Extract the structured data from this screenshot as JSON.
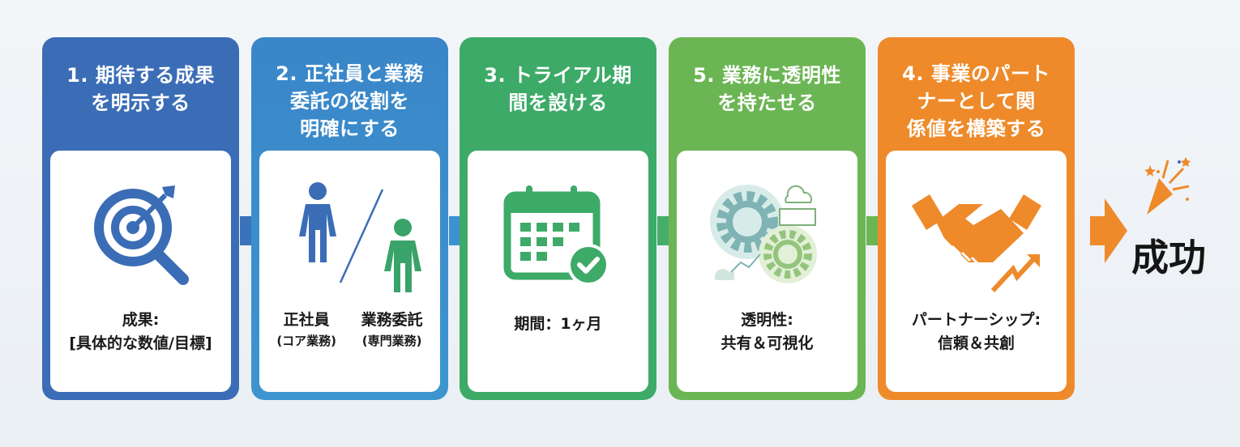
{
  "steps": [
    {
      "title": "1. 期待する成果\nを明示する",
      "caption_line1": "成果:",
      "caption_line2": "[具体的な数値/目標]",
      "icon": "target-magnifier-icon",
      "color": "#3b6db6"
    },
    {
      "title": "2. 正社員と業務\n委託の役割を\n明確にする",
      "left_label": "正社員",
      "left_sub": "(コア業務)",
      "right_label": "業務委託",
      "right_sub": "(専門業務)",
      "icon": "people-icon",
      "color": "#3a8cca"
    },
    {
      "title": "3. トライアル期\n間を設ける",
      "caption_line1": "期間：1ヶ月",
      "icon": "calendar-check-icon",
      "color": "#3daa68"
    },
    {
      "title": "5. 業務に透明性\nを持たせる",
      "caption_line1": "透明性:",
      "caption_line2": "共有＆可視化",
      "icon": "gears-cloud-icon",
      "color": "#6cb554"
    },
    {
      "title": "4. 事業のパート\nナーとして関\n係値を構築する",
      "caption_line1": "パートナーシップ:",
      "caption_line2": "信頼＆共創",
      "icon": "handshake-icon",
      "color": "#ee8a2a"
    }
  ],
  "result": {
    "label": "成功",
    "icon": "party-popper-icon"
  }
}
